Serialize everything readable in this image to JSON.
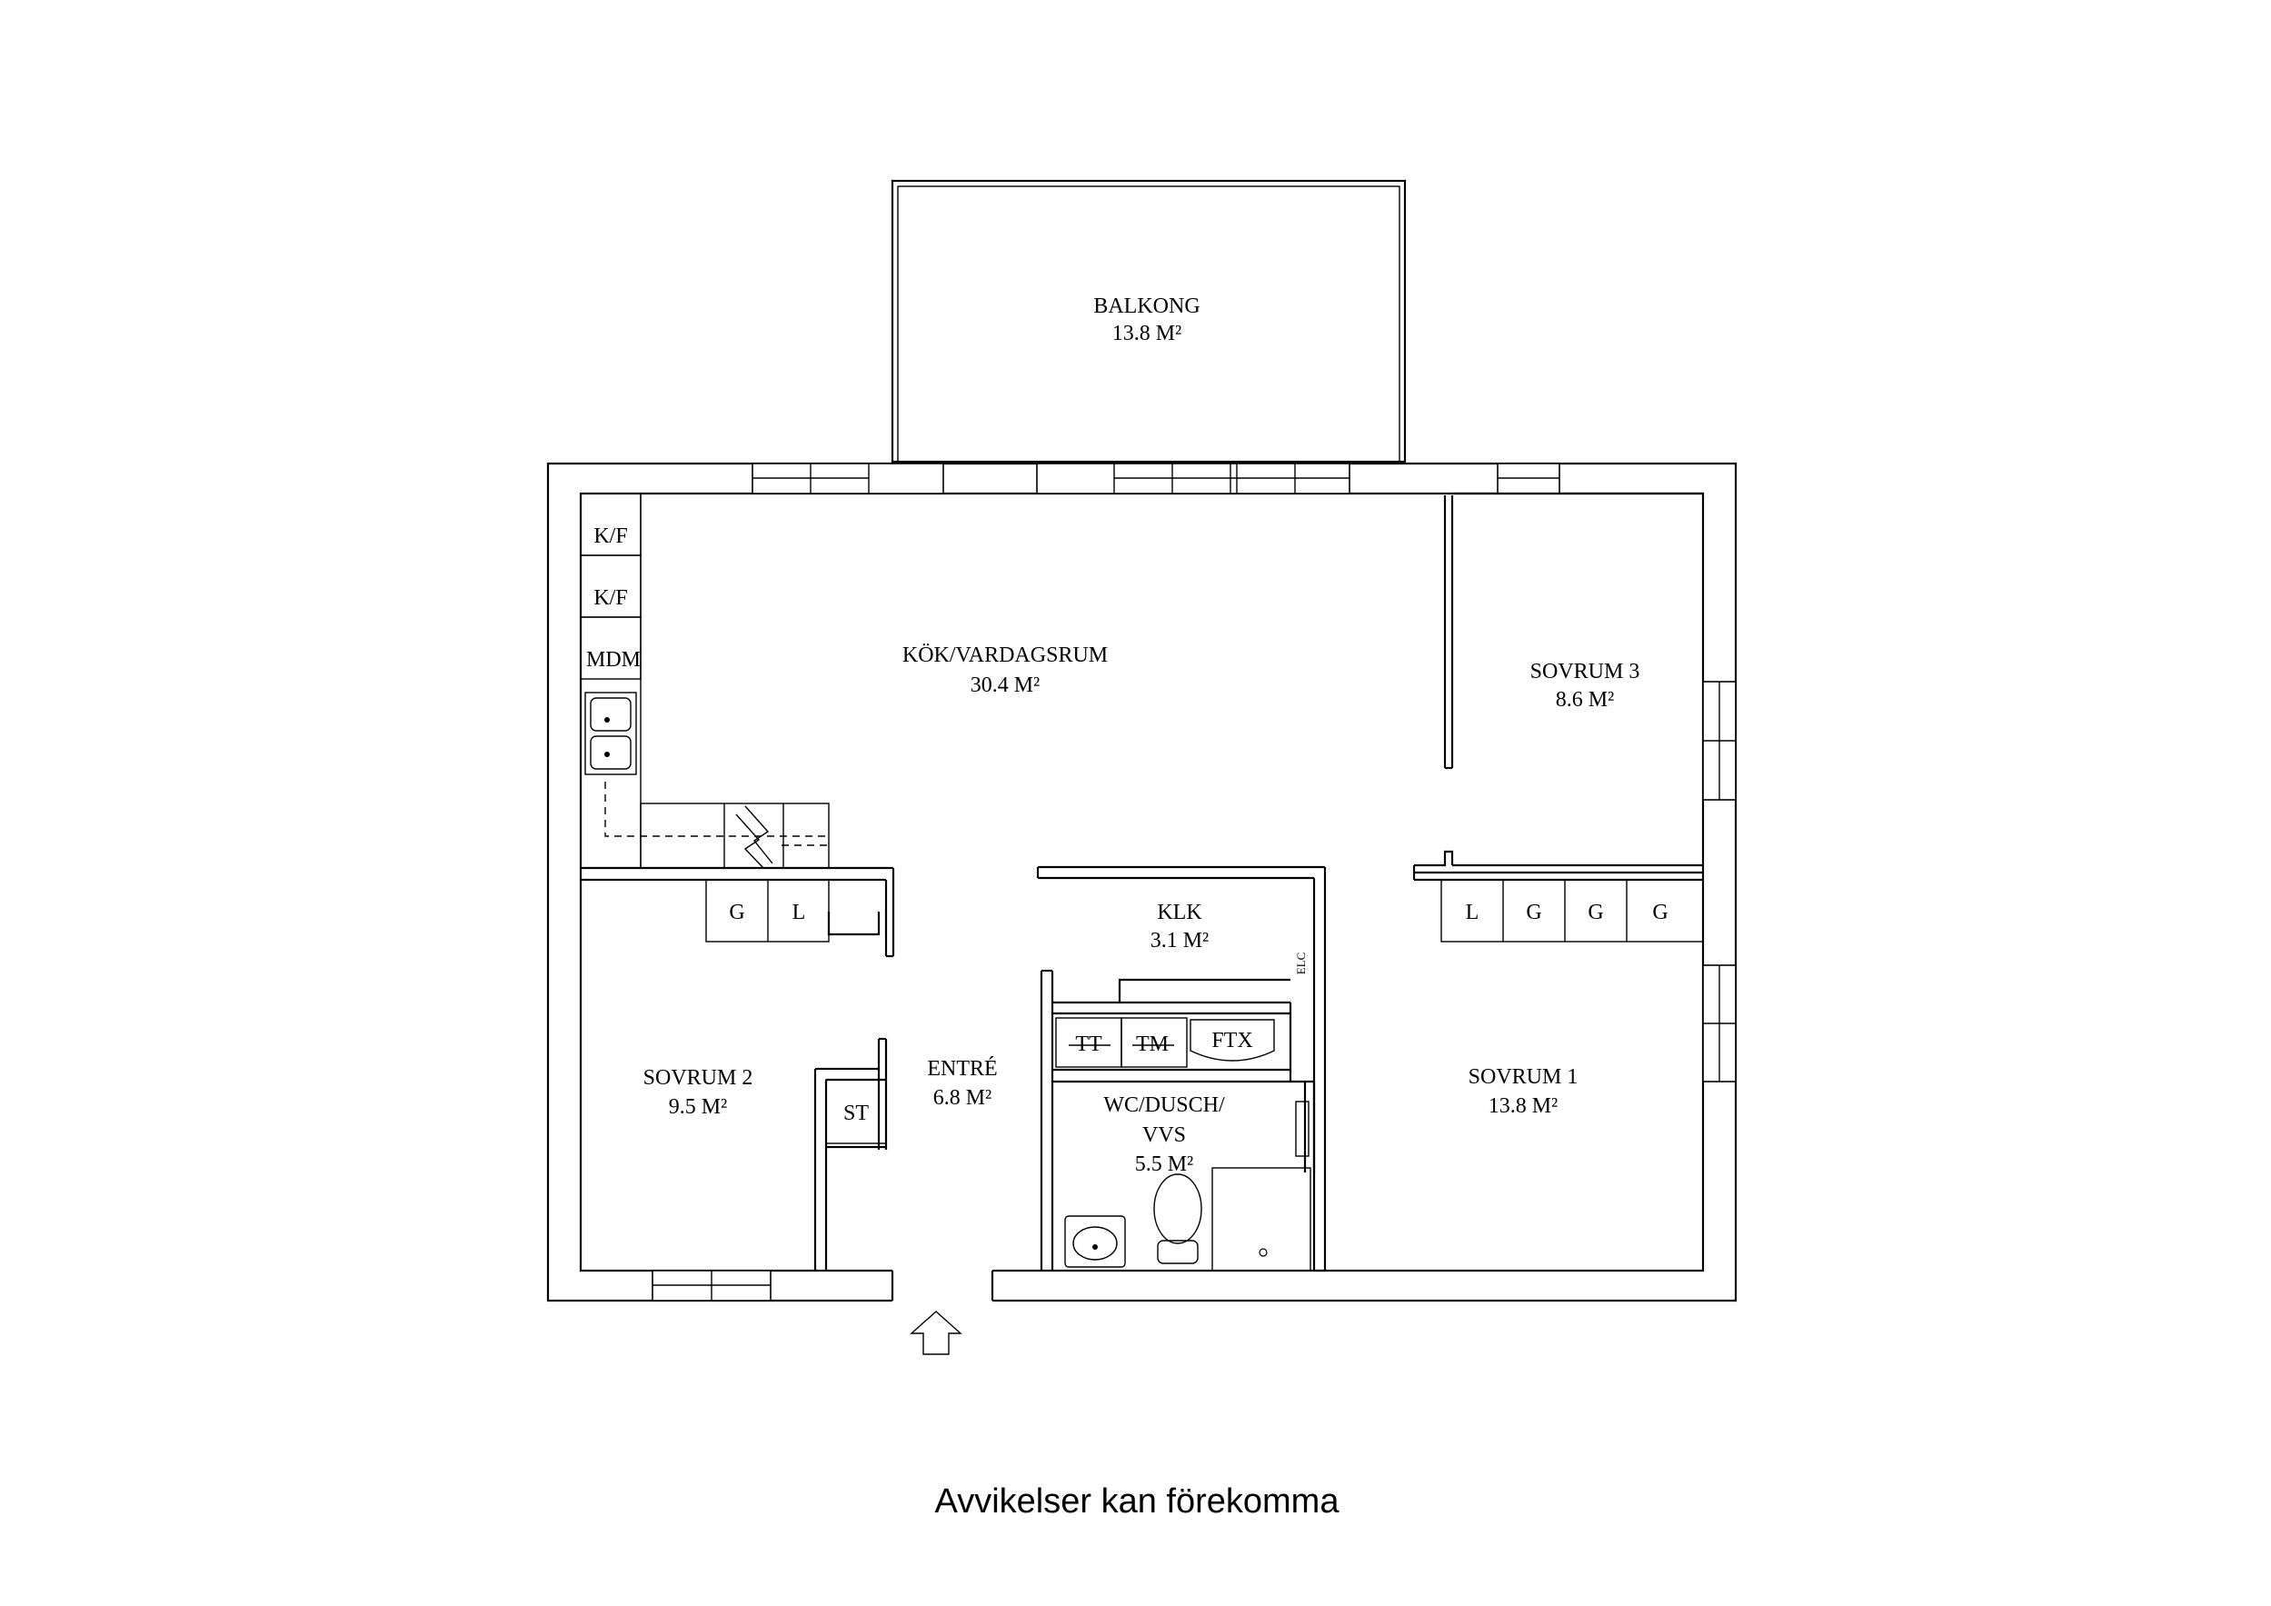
{
  "rooms": {
    "balkong": {
      "name": "BALKONG",
      "area": "13.8 M²"
    },
    "kok": {
      "name": "KÖK/VARDAGSRUM",
      "area": "30.4 M²"
    },
    "sovrum3": {
      "name": "SOVRUM 3",
      "area": "8.6 M²"
    },
    "klk": {
      "name": "KLK",
      "area": "3.1 M²"
    },
    "sovrum2": {
      "name": "SOVRUM 2",
      "area": "9.5 M²"
    },
    "entre": {
      "name": "ENTRÉ",
      "area": "6.8 M²"
    },
    "wc": {
      "name_line1": "WC/DUSCH/",
      "name_line2": "VVS",
      "area": "5.5 M²"
    },
    "sovrum1": {
      "name": "SOVRUM 1",
      "area": "13.8 M²"
    }
  },
  "fixtures": {
    "kf1": "K/F",
    "kf2": "K/F",
    "mdm": "MDM",
    "s2_g": "G",
    "s2_l": "L",
    "s1_l": "L",
    "s1_g1": "G",
    "s1_g2": "G",
    "s1_g3": "G",
    "st": "ST",
    "tt": "TT",
    "tm": "TM",
    "ftx": "FTX",
    "elc": "ELC"
  },
  "icons": {
    "entrance": "entrance-arrow-icon",
    "sink": "sink-icon",
    "toilet": "toilet-icon",
    "washbasin": "washbasin-icon",
    "stove": "stove-icon"
  },
  "disclaimer": "Avvikelser kan förekomma"
}
